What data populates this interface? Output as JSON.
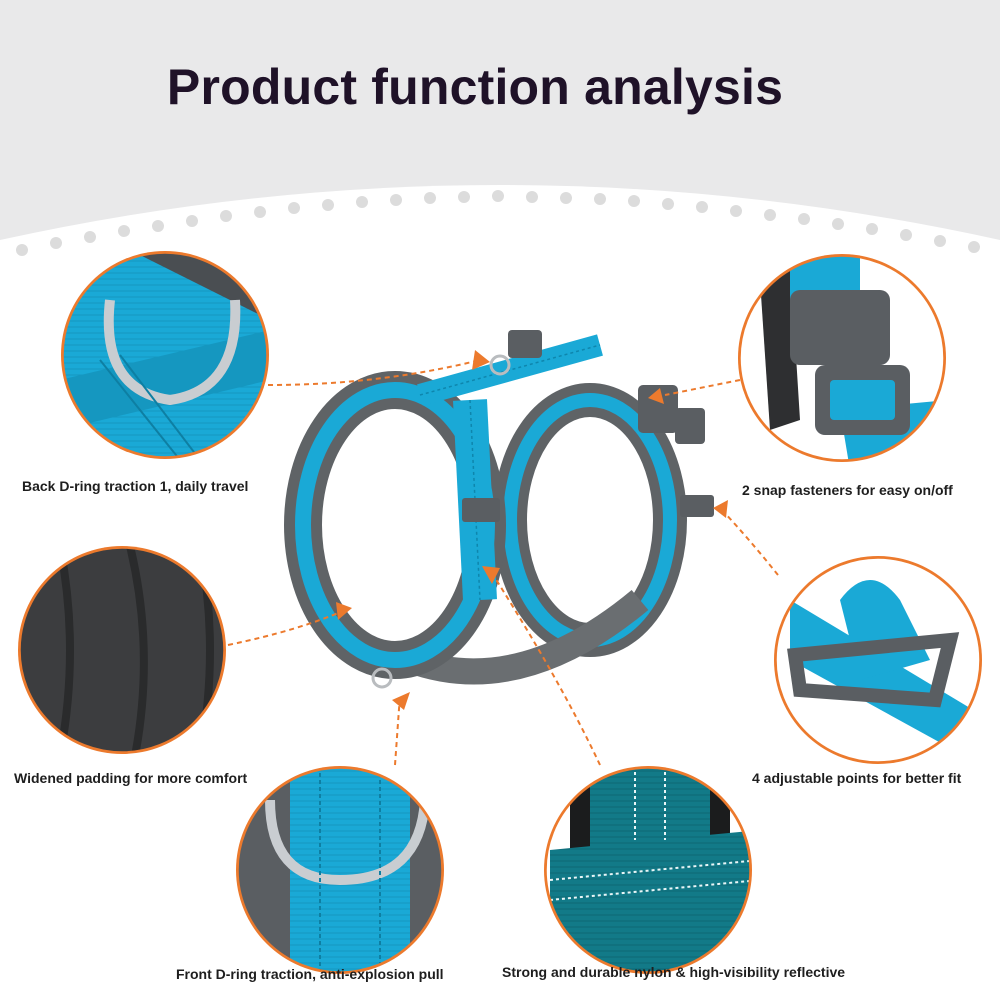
{
  "page": {
    "title": "Product function analysis"
  },
  "colors": {
    "accent_blue": "#1aa9d6",
    "strap_gray": "#5f6366",
    "arrow_orange": "#ec7a2d",
    "title_color": "#1f1228"
  },
  "callouts": [
    {
      "id": "back-d-ring",
      "caption": "Back D-ring traction 1, daily travel"
    },
    {
      "id": "snap-fasteners",
      "caption": "2 snap fasteners for easy on/off"
    },
    {
      "id": "padding",
      "caption": "Widened padding for more comfort"
    },
    {
      "id": "adjustable-points",
      "caption": "4 adjustable points for better fit"
    },
    {
      "id": "front-d-ring",
      "caption": "Front D-ring traction, anti-explosion pull"
    },
    {
      "id": "nylon",
      "caption": "Strong and durable nylon & high-visibility reflective"
    }
  ]
}
